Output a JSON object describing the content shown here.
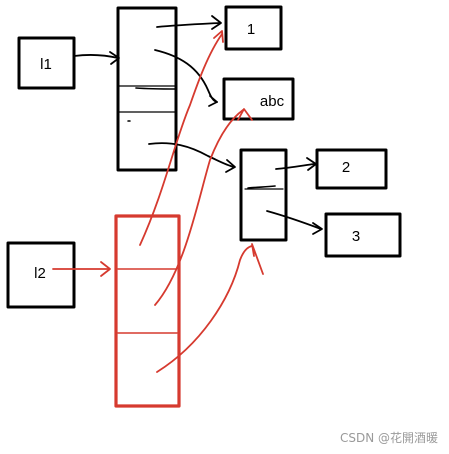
{
  "labels": {
    "l1": "l1",
    "l2": "l2",
    "v1": "1",
    "vabc": "abc",
    "v2": "2",
    "v3": "3"
  },
  "watermark": "CSDN @花開酒暖",
  "colors": {
    "ink": "#000000",
    "red": "#d63a2f",
    "watermark": "#9a9a9a"
  }
}
